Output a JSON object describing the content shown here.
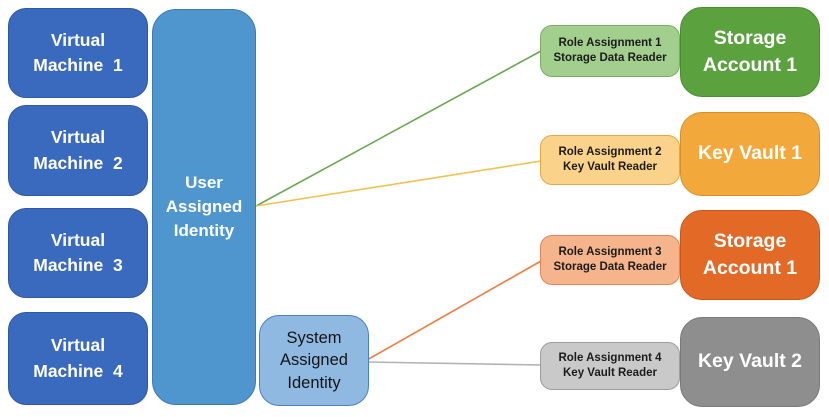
{
  "colors": {
    "vm_fill": "#3a6abe",
    "vm_border": "#2e59a4",
    "user_identity_fill": "#4f96ce",
    "system_identity_fill": "#90b9e2",
    "system_identity_border": "#4583c2",
    "role_assignment_1_fill": "#a3cf8e",
    "role_assignment_2_fill": "#fbd289",
    "role_assignment_3_fill": "#f5b48b",
    "role_assignment_4_fill": "#c9c9c9",
    "storage_account_green_fill": "#5ba23f",
    "key_vault_1_fill": "#f3a83c",
    "storage_account_orange_fill": "#e36a26",
    "key_vault_2_fill": "#8e8e8e"
  },
  "virtual_machines": [
    {
      "label": "Virtual\nMachine  1"
    },
    {
      "label": "Virtual\nMachine  2"
    },
    {
      "label": "Virtual\nMachine  3"
    },
    {
      "label": "Virtual\nMachine  4"
    }
  ],
  "user_identity": {
    "label": "User\nAssigned\nIdentity"
  },
  "system_identity": {
    "label": "System\nAssigned\nIdentity"
  },
  "role_assignments": [
    {
      "label": "Role Assignment 1\nStorage Data Reader"
    },
    {
      "label": "Role Assignment 2\nKey Vault Reader"
    },
    {
      "label": "Role Assignment 3\nStorage Data Reader"
    },
    {
      "label": "Role Assignment 4\nKey Vault Reader"
    }
  ],
  "resources": [
    {
      "label": "Storage\nAccount 1"
    },
    {
      "label": "Key Vault 1"
    },
    {
      "label": "Storage\nAccount 1"
    },
    {
      "label": "Key Vault 2"
    }
  ],
  "connectors": [
    {
      "from": "user-assigned-identity",
      "to": "role-assignment-1",
      "color": "#6aa84f"
    },
    {
      "from": "user-assigned-identity",
      "to": "role-assignment-2",
      "color": "#f1c24d"
    },
    {
      "from": "system-assigned-identity",
      "to": "role-assignment-3",
      "color": "#ed7d43"
    },
    {
      "from": "system-assigned-identity",
      "to": "role-assignment-4",
      "color": "#b3b3b3"
    }
  ]
}
